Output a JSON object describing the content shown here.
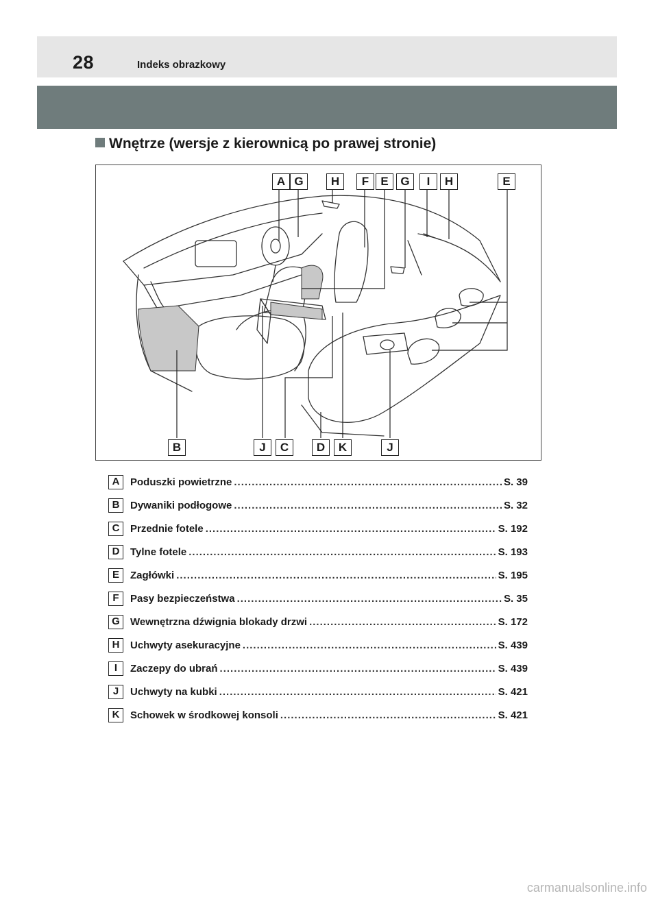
{
  "header": {
    "page_number": "28",
    "section_title": "Indeks obrazkowy"
  },
  "section": {
    "heading": "Wnętrze (wersje z kierownicą po prawej stronie)"
  },
  "figure": {
    "top_labels": [
      "A",
      "G",
      "H",
      "F",
      "E",
      "G",
      "I",
      "H",
      "E"
    ],
    "bottom_labels": [
      "B",
      "J",
      "C",
      "D",
      "K",
      "J"
    ]
  },
  "index": [
    {
      "letter": "A",
      "text": "Poduszki powietrzne",
      "page": "S. 39"
    },
    {
      "letter": "B",
      "text": "Dywaniki podłogowe",
      "page": "S. 32"
    },
    {
      "letter": "C",
      "text": "Przednie fotele",
      "page": "S. 192"
    },
    {
      "letter": "D",
      "text": "Tylne fotele",
      "page": "S. 193"
    },
    {
      "letter": "E",
      "text": "Zagłówki",
      "page": "S. 195"
    },
    {
      "letter": "F",
      "text": "Pasy bezpieczeństwa",
      "page": "S. 35"
    },
    {
      "letter": "G",
      "text": "Wewnętrzna dźwignia blokady drzwi",
      "page": "S. 172"
    },
    {
      "letter": "H",
      "text": "Uchwyty asekuracyjne",
      "page": "S. 439"
    },
    {
      "letter": "I",
      "text": "Zaczepy do ubrań",
      "page": "S. 439"
    },
    {
      "letter": "J",
      "text": "Uchwyty na kubki",
      "page": "S. 421"
    },
    {
      "letter": "K",
      "text": "Schowek w środkowej konsoli",
      "page": "S. 421"
    }
  ],
  "watermark": "carmanualsonline.info"
}
